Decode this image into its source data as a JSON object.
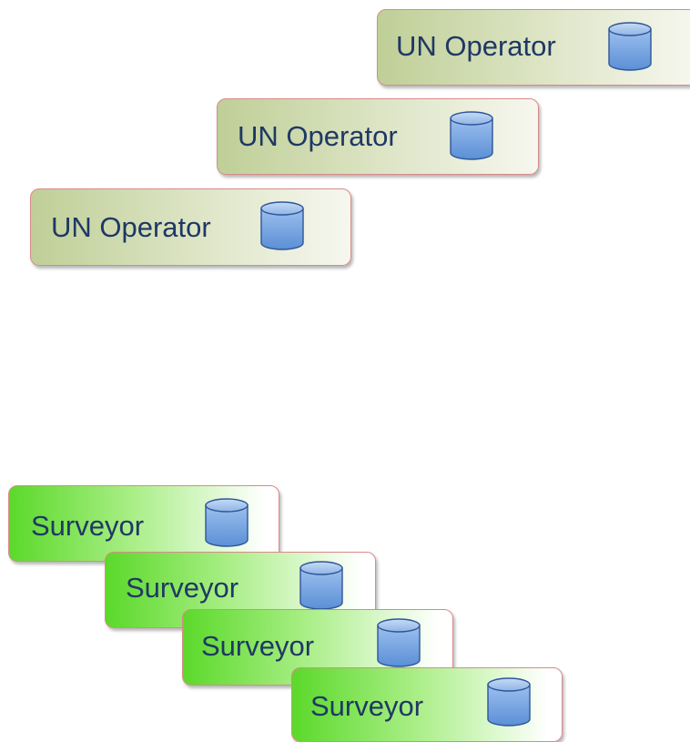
{
  "operators": [
    {
      "label": "UN Operator",
      "icon": "database-icon"
    },
    {
      "label": "UN Operator",
      "icon": "database-icon"
    },
    {
      "label": "UN Operator",
      "icon": "database-icon"
    }
  ],
  "surveyors": [
    {
      "label": "Surveyor",
      "icon": "database-icon"
    },
    {
      "label": "Surveyor",
      "icon": "database-icon"
    },
    {
      "label": "Surveyor",
      "icon": "database-icon"
    },
    {
      "label": "Surveyor",
      "icon": "database-icon"
    }
  ],
  "colors": {
    "operator_fill": "#bfcf97",
    "surveyor_fill": "#5bd92a",
    "border": "#d98a8a",
    "text": "#1f3863",
    "database": "#5b8fd6"
  }
}
